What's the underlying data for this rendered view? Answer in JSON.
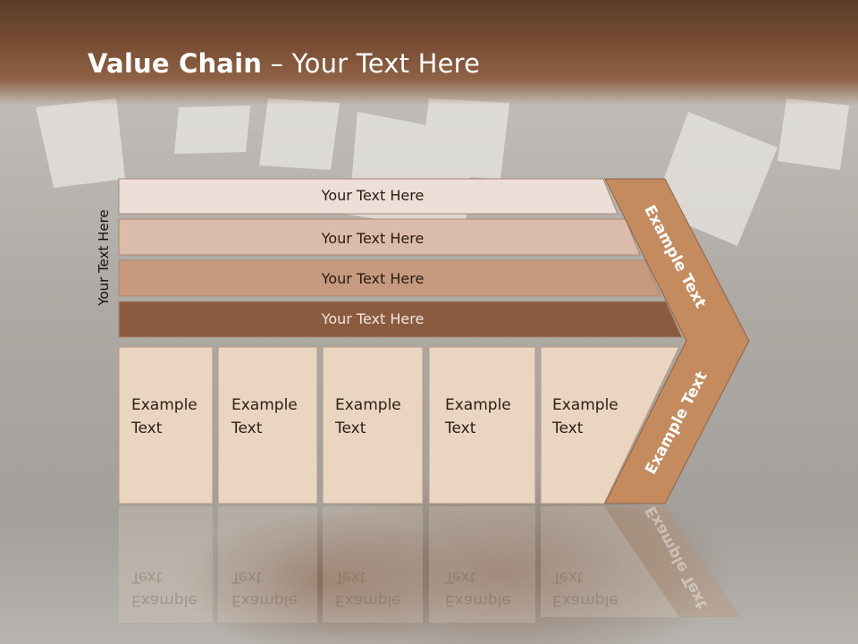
{
  "title": {
    "bold": "Value Chain",
    "rest": " – Your Text Here"
  },
  "side_label": "Your Text Here",
  "bars": [
    {
      "label": "Your Text Here",
      "color": "#ecdfd8"
    },
    {
      "label": "Your Text Here",
      "color": "#dbbcaa"
    },
    {
      "label": "Your Text Here",
      "color": "#c59a7f"
    },
    {
      "label": "Your Text Here",
      "color": "#8b5b40"
    }
  ],
  "boxes": [
    {
      "line1": "Example",
      "line2": "Text"
    },
    {
      "line1": "Example",
      "line2": "Text"
    },
    {
      "line1": "Example",
      "line2": "Text"
    },
    {
      "line1": "Example",
      "line2": "Text"
    },
    {
      "line1": "Example",
      "line2": "Text"
    }
  ],
  "arrow": {
    "upper": "Example Text",
    "lower": "Example Text",
    "color": "#c48b5e"
  },
  "colors": {
    "header": "#7a4f35",
    "box_fill": "#ead5c1"
  }
}
